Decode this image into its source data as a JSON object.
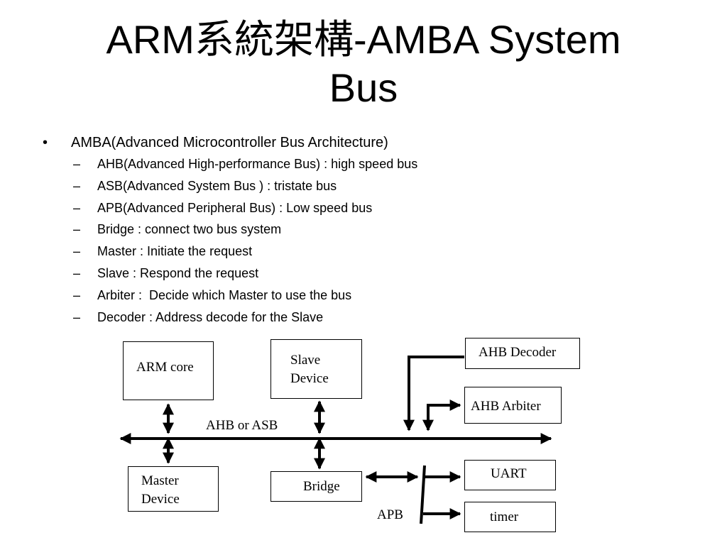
{
  "slide": {
    "title_line1": "ARM系統架構-AMBA System",
    "title_line2": "Bus"
  },
  "bullets": {
    "main": "AMBA(Advanced Microcontroller Bus Architecture)",
    "bullet_mark": "•",
    "dash_mark": "–",
    "sub": [
      "AHB(Advanced High-performance Bus) : high speed bus",
      "ASB(Advanced System Bus ) : tristate bus",
      "APB(Advanced Peripheral Bus) : Low speed bus",
      "Bridge : connect two bus system",
      "Master : Initiate the request",
      "Slave : Respond the request",
      "Arbiter :  Decide which Master to use the bus",
      "Decoder : Address decode for the Slave"
    ]
  },
  "diagram": {
    "arm_core": "ARM core",
    "slave_line1": "Slave",
    "slave_line2": "Device",
    "ahb_decoder": "AHB Decoder",
    "ahb_arbiter": "AHB Arbiter",
    "bus_label": "AHB or ASB",
    "master_line1": "Master",
    "master_line2": "Device",
    "bridge": "Bridge",
    "uart": "UART",
    "timer": "timer",
    "apb_label": "APB"
  }
}
